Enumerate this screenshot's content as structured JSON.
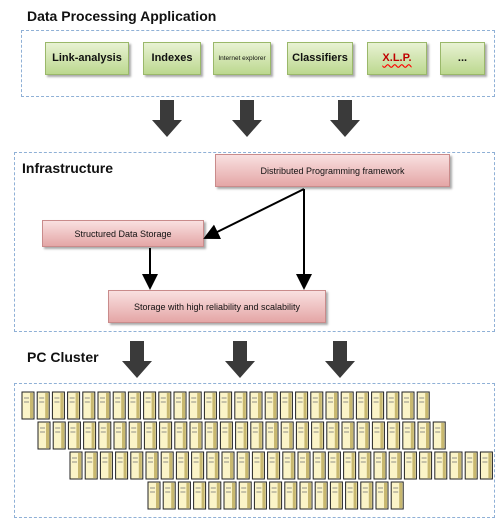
{
  "sections": {
    "app_title": "Data Processing Application",
    "infra_title": "Infrastructure",
    "cluster_title": "PC Cluster"
  },
  "apps": [
    {
      "label": "Link-analysis"
    },
    {
      "label": "Indexes"
    },
    {
      "label": "Internet explorer"
    },
    {
      "label": "Classifiers"
    },
    {
      "label": "X.L.P."
    },
    {
      "label": "..."
    }
  ],
  "infrastructure": {
    "framework": "Distributed  Programming framework",
    "structured": "Structured  Data Storage",
    "storage": "Storage with  high reliability and scalability"
  },
  "cluster_rows": [
    {
      "count": 27
    },
    {
      "count": 27
    },
    {
      "count": 28
    },
    {
      "count": 17
    }
  ],
  "colors": {
    "dash": "#8fb0d6",
    "green": "#bcd88f",
    "red": "#e4a6a6",
    "arrow": "#3a3a3a"
  }
}
